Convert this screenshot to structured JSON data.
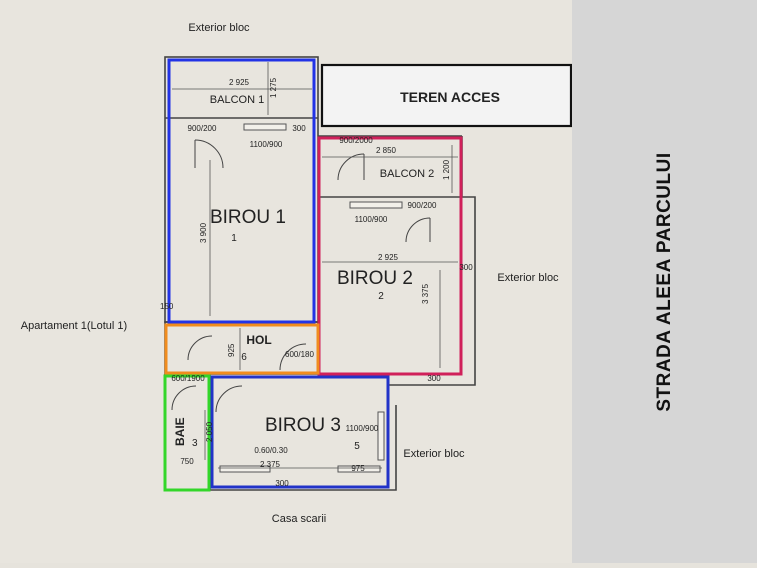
{
  "labels": {
    "exterior_top": "Exterior bloc",
    "exterior_right": "Exterior bloc",
    "exterior_bottom_right": "Exterior bloc",
    "apartment": "Apartament 1(Lotul 1)",
    "stairwell": "Casa scarii",
    "access": "TEREN ACCES",
    "street": "STRADA ALEEA PARCULUI"
  },
  "rooms": {
    "balcon1": {
      "name": "BALCON 1"
    },
    "birou1": {
      "name": "BIROU 1",
      "num": "1"
    },
    "balcon2": {
      "name": "BALCON 2"
    },
    "birou2": {
      "name": "BIROU 2",
      "num": "2"
    },
    "hol": {
      "name": "HOL",
      "num": "6"
    },
    "baie": {
      "name": "BAIE",
      "num": "3"
    },
    "birou3": {
      "name": "BIROU 3",
      "num": "5"
    }
  },
  "dimensions": {
    "d2925_top": "2 925",
    "d1275": "1 275",
    "d900_200_a": "900/200",
    "d300_a": "300",
    "d1100_900_a": "1100/900",
    "d900_2000": "900/2000",
    "d2850": "2 850",
    "d1200": "1 200",
    "d3900": "3 900",
    "d1100_900_b": "1100/900",
    "d900_200_b": "900/200",
    "d2925_mid": "2 925",
    "d300_b": "300",
    "d3375": "3 375",
    "d150": "150",
    "d925": "925",
    "d600_1800": "600/180",
    "d300_c": "300",
    "d600_1900": "600/1900",
    "d2050": "2 050",
    "d750": "750",
    "d060_030": "0.60/0.30",
    "d2375": "2 375",
    "d975": "975",
    "d1100_900_c": "1100/900",
    "d300_d": "300"
  },
  "colors": {
    "birou1": "#2233e6",
    "birou2": "#d0205a",
    "hol": "#f08c1e",
    "baie": "#33d62a",
    "birou3": "#2233c8",
    "wall": "#444444",
    "street_bg": "#d6d6d6"
  }
}
